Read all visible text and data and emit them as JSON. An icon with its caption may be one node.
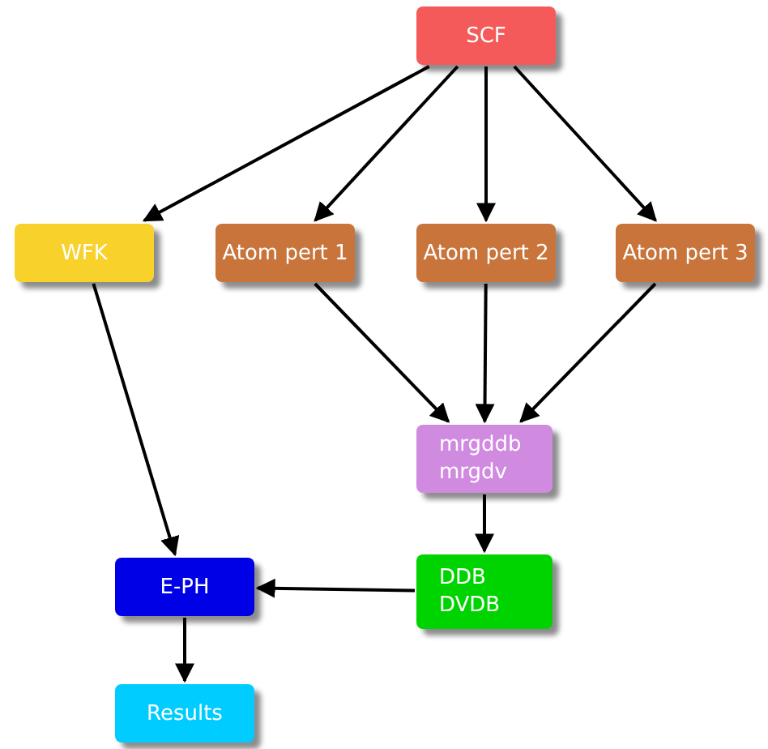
{
  "diagram": {
    "nodes": [
      {
        "text": [
          "SCF"
        ]
      },
      {
        "text": [
          "WFK"
        ]
      },
      {
        "text": [
          "Atom pert 1"
        ]
      },
      {
        "text": [
          "Atom pert 2"
        ]
      },
      {
        "text": [
          "Atom pert 3"
        ]
      },
      {
        "text": [
          "mrgddb mrgdv"
        ]
      },
      {
        "text": [
          "DDB DVDB"
        ]
      },
      {
        "text": [
          "E-PH"
        ]
      },
      {
        "text": [
          "Results"
        ]
      }
    ],
    "edges": [
      {
        "from": 0,
        "to": 1,
        "arrow": "to"
      },
      {
        "from": 0,
        "to": 2,
        "arrow": "to"
      },
      {
        "from": 0,
        "to": 3,
        "arrow": "to"
      },
      {
        "from": 0,
        "to": 4,
        "arrow": "to"
      },
      {
        "from": 2,
        "to": 5,
        "arrow": "to"
      },
      {
        "from": 3,
        "to": 5,
        "arrow": "to"
      },
      {
        "from": 4,
        "to": 5,
        "arrow": "to"
      },
      {
        "from": 1,
        "to": 7,
        "arrow": "to"
      },
      {
        "from": 5,
        "to": 6,
        "arrow": "to"
      },
      {
        "from": 6,
        "to": 7,
        "arrow": "to"
      },
      {
        "from": 7,
        "to": 8,
        "arrow": "to"
      }
    ]
  }
}
